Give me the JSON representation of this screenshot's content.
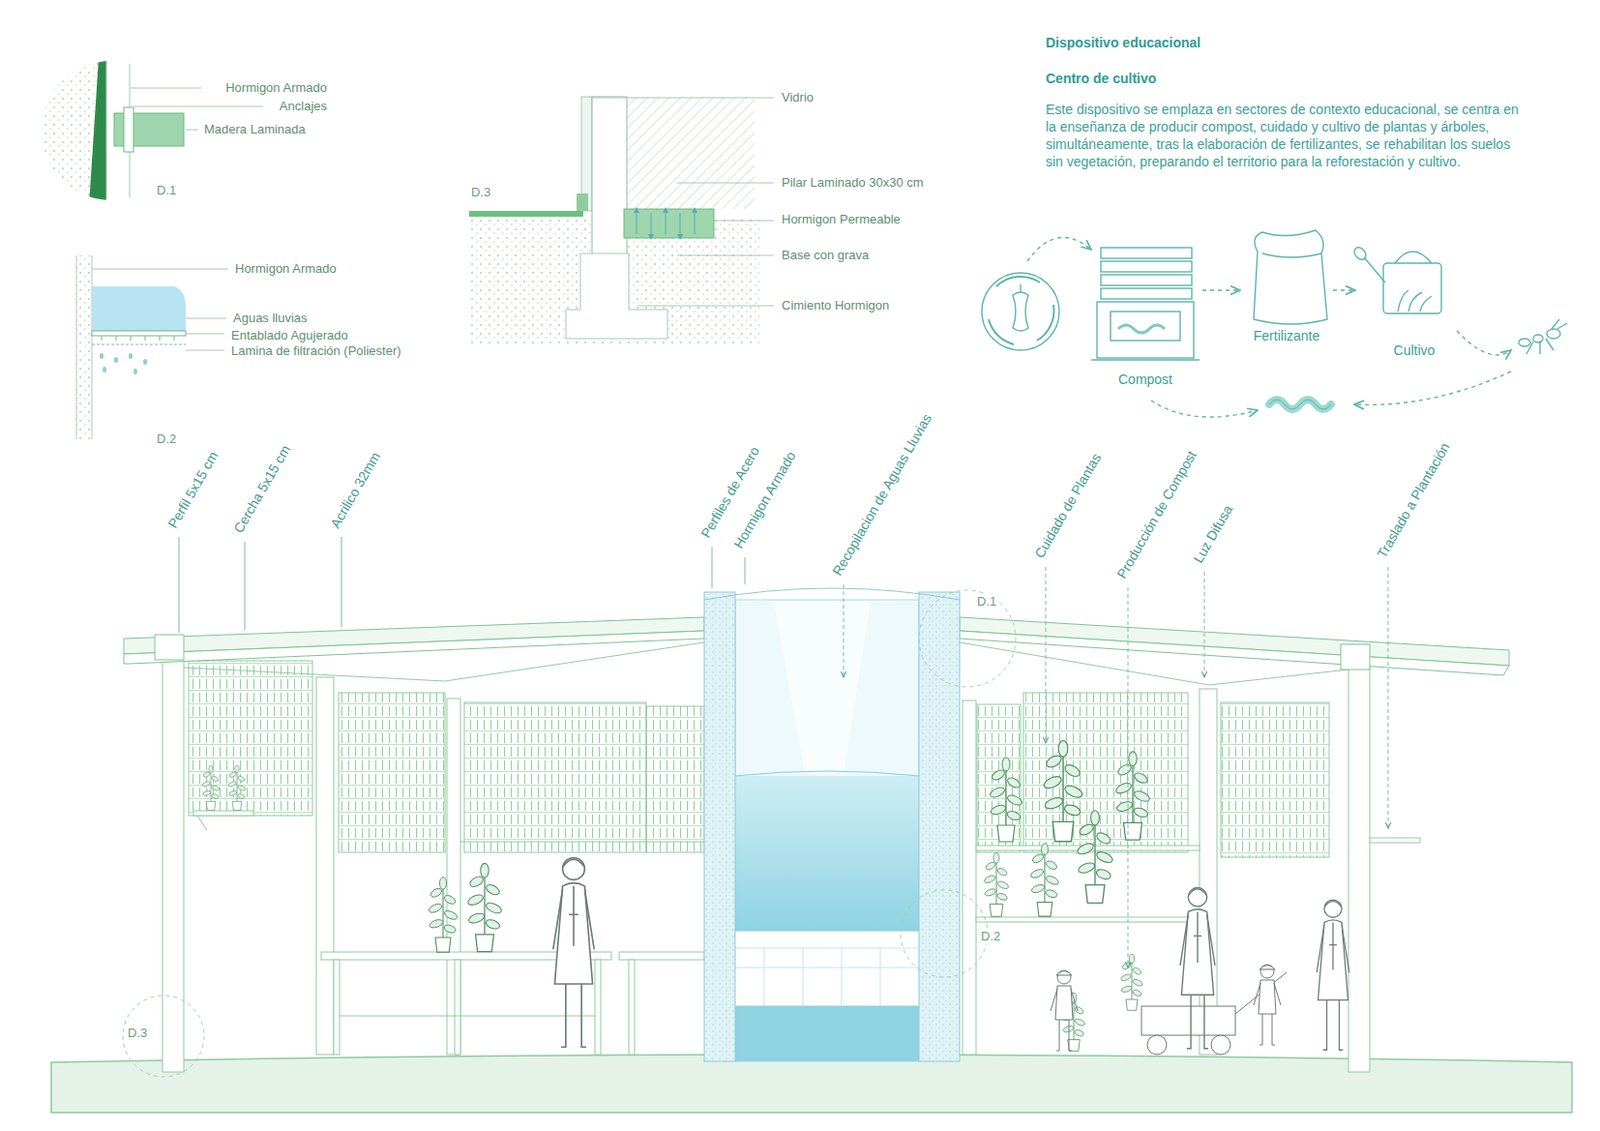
{
  "diagram": {
    "title": "Dispositivo educacional",
    "nodes": [
      {
        "text": [
          "Compost"
        ]
      },
      {
        "text": [
          "Fertilizante"
        ]
      },
      {
        "text": [
          "Cultivo"
        ]
      }
    ],
    "edges": [
      {
        "from": 0,
        "to": 1,
        "arrow": "to"
      },
      {
        "from": 1,
        "to": 2,
        "arrow": "to"
      }
    ],
    "labels": [
      "Hormigon Armado",
      "Anclajes",
      "Madera Laminada",
      "D.1",
      "Hormigon Armado",
      "Aguas lluvias",
      "Entablado Agujerado",
      "Lamina de filtración (Poliester)",
      "D.2",
      "Vidrio",
      "Pilar Laminado 30x30 cm",
      "Hormigon Permeable",
      "Base con grava",
      "Cimiento Hormigon",
      "D.3",
      "Centro de cultivo",
      "Este dispositivo se emplaza en sectores de contexto educacional, se centra en la enseñanza de producir compost, cuidado y cultivo de plantas y árboles, simultáneamente, tras la elaboración de fertilizantes, se rehabilitan los suelos sin vegetación, preparando el territorio para la reforestación y cultivo.",
      "Perfil 5x15 cm",
      "Cercha 5x15 cm",
      "Acrilico 32mm",
      "Perfiles de Acero",
      "Hormigon Armado",
      "Recopilacion de Aguas Lluvias",
      "Cuidado de Plantas",
      "Producción de Compost",
      "Luz Difusa",
      "Traslado a Plantación",
      "D.1",
      "D.2",
      "D.3"
    ]
  }
}
